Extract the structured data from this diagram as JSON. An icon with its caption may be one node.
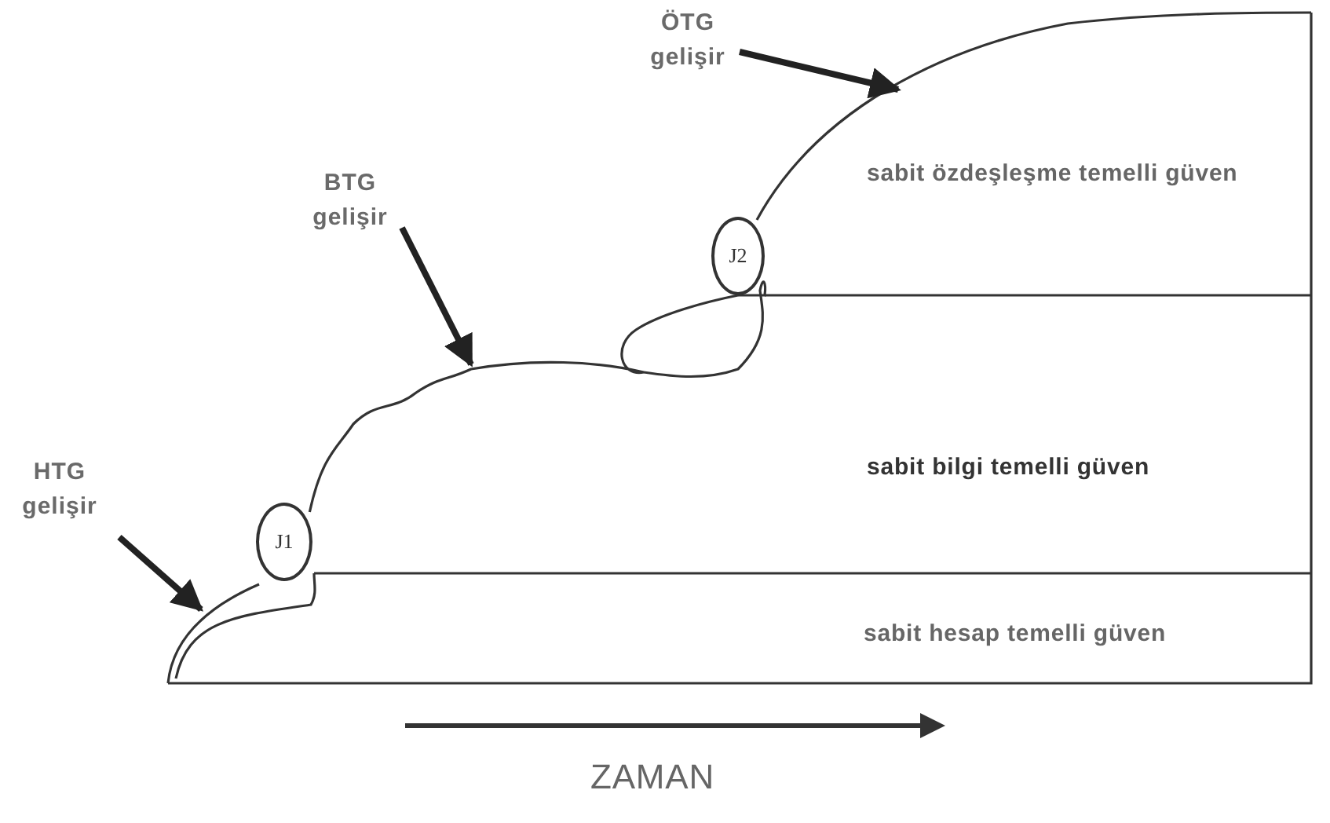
{
  "diagram": {
    "nodes": [
      {
        "text": [
          "HTG gelişir"
        ]
      },
      {
        "text": [
          "BTG gelişir"
        ]
      },
      {
        "text": [
          "ÖTG gelişir"
        ]
      },
      {
        "text": [
          "J1"
        ]
      },
      {
        "text": [
          "J2"
        ]
      }
    ],
    "edges": [
      {
        "from": 0,
        "to": null,
        "arrow": "to"
      },
      {
        "from": 1,
        "to": null,
        "arrow": "to"
      },
      {
        "from": 2,
        "to": null,
        "arrow": "to"
      },
      {
        "from": 3,
        "to": 4,
        "arrow": "none"
      }
    ],
    "labels": [
      "sabit özdeşleşme temelli güven",
      "sabit bilgi temelli güven",
      "sabit hesap temelli güven",
      "ZAMAN"
    ]
  }
}
